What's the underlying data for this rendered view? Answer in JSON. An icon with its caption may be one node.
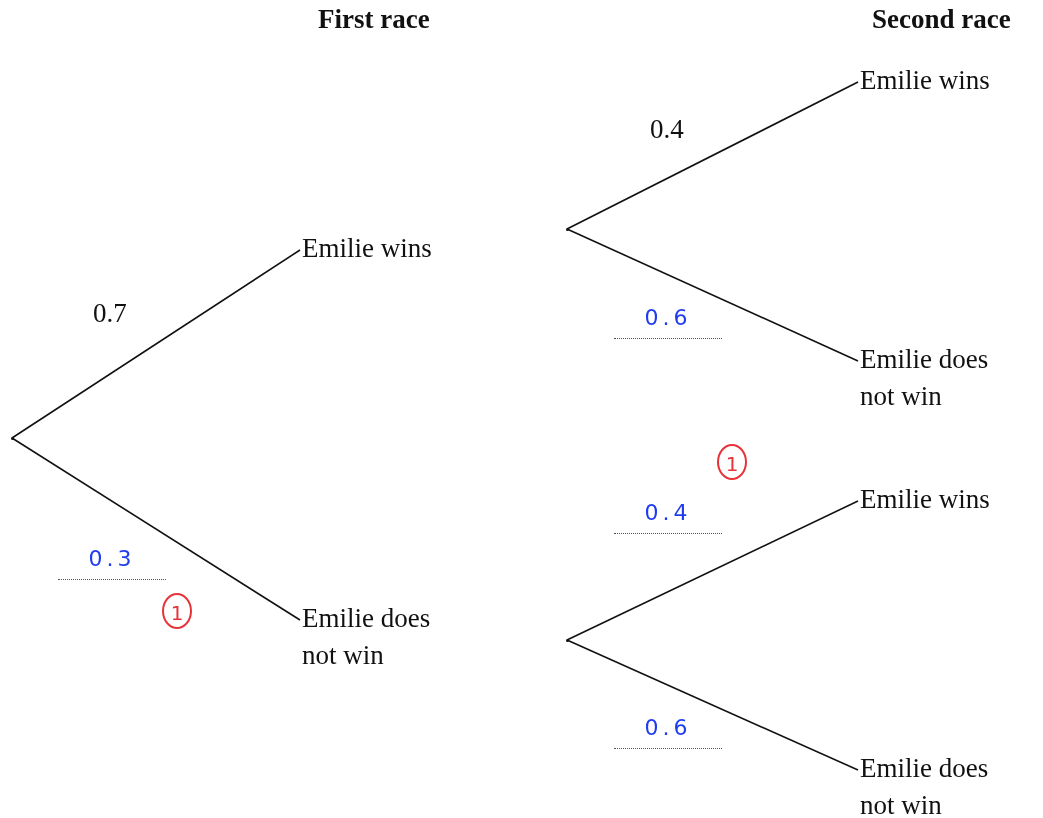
{
  "diagram": {
    "nodes": [
      {
        "text": [],
        "shape": "point"
      },
      {
        "text": [
          "Emilie wins"
        ]
      },
      {
        "text": [
          "Emilie does not win"
        ]
      },
      {
        "text": [],
        "shape": "point"
      },
      {
        "text": [
          "Emilie wins"
        ]
      },
      {
        "text": [
          "Emilie does not win"
        ]
      },
      {
        "text": [],
        "shape": "point"
      },
      {
        "text": [
          "Emilie wins"
        ]
      },
      {
        "text": [
          "Emilie does not win"
        ]
      }
    ],
    "edges": [
      {
        "from": 0,
        "to": 1,
        "arrow": "none"
      },
      {
        "from": 0,
        "to": 2,
        "arrow": "none"
      },
      {
        "from": 3,
        "to": 4,
        "arrow": "none"
      },
      {
        "from": 3,
        "to": 5,
        "arrow": "none"
      },
      {
        "from": 6,
        "to": 7,
        "arrow": "none"
      },
      {
        "from": 6,
        "to": 8,
        "arrow": "none"
      }
    ],
    "labels": [
      "First race",
      "Second race",
      "0.4",
      "0.7",
      "0.6",
      "1",
      "0.4",
      "0.3",
      "1",
      "0.6"
    ]
  }
}
